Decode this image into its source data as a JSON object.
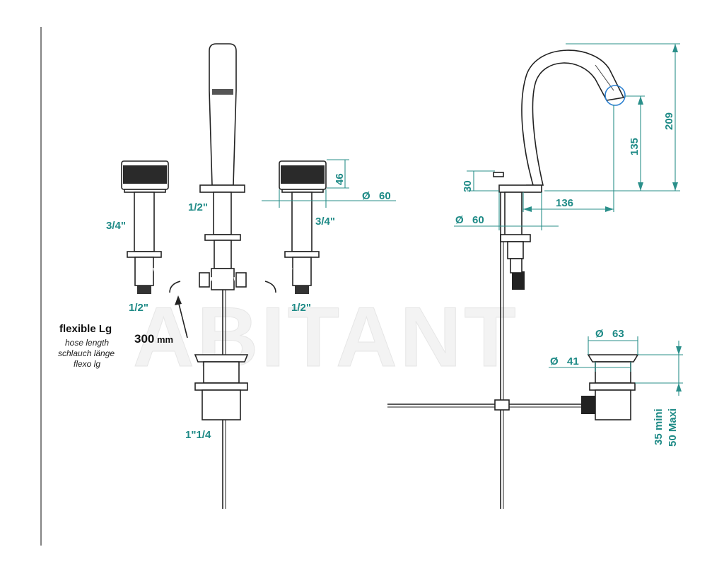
{
  "watermark": "ABITANT",
  "front_view": {
    "thread_left_top": "3/4\"",
    "thread_spout": "1/2\"",
    "thread_right_top": "3/4\"",
    "thread_left_bottom": "1/2\"",
    "thread_right_bottom": "1/2\"",
    "handle_height": "46",
    "handle_diameter": "60",
    "diameter_symbol": "Ø",
    "hose_title": "flexible Lg",
    "hose_length_en": "hose length",
    "hose_length_de": "schlauch länge",
    "hose_length_fr": "flexo lg",
    "hose_value": "300",
    "hose_unit": "mm",
    "waste_thread": "1\"1/4"
  },
  "side_view": {
    "total_height": "209",
    "outlet_height": "135",
    "base_height": "30",
    "reach": "136",
    "base_diameter": "60",
    "waste_top_diameter": "63",
    "waste_inner_diameter": "41",
    "thickness_min": "35  mini",
    "thickness_max": "50 Maxi"
  },
  "colors": {
    "dimension": "#1e8a86",
    "line": "#222222"
  }
}
